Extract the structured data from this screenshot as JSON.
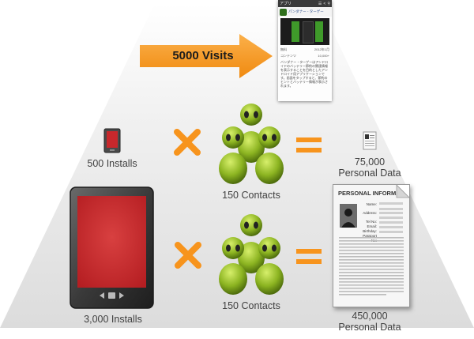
{
  "arrow": {
    "label": "5000 Visits",
    "color": "#f7941d"
  },
  "phone_screen": {
    "status_title": "アプリ",
    "app_title": "パンダナー - ターゲー",
    "price_left": "無料",
    "price_right": "2012年1月",
    "installs_left": "コンテンツ",
    "installs_right": "10,000+",
    "description": "バンダナー・ターゲーはアンドロイドのバッテリー節約の関連情報を表示することを目的としたアンドロイド用アプリケーションです。画面をタップすると、節約のヒントとバッテリー情報が表示されます。"
  },
  "row1": {
    "installs_label": "500 Installs",
    "contacts_label": "150 Contacts",
    "personal_data_number": "75,000",
    "personal_data_text": "Personal Data"
  },
  "row2": {
    "installs_label": "3,000 Installs",
    "contacts_label": "150 Contacts",
    "personal_data_number": "450,000",
    "personal_data_text": "Personal Data"
  },
  "document": {
    "header": "PERSONAL INFORMAT",
    "fields": [
      "Name:",
      "Address:",
      "Tel No:",
      "Email:",
      "Birthday:",
      "Passport No:"
    ]
  },
  "colors": {
    "operator": "#f7941d",
    "device_screen": "#c8282c",
    "figure_green": "#7aa620"
  }
}
